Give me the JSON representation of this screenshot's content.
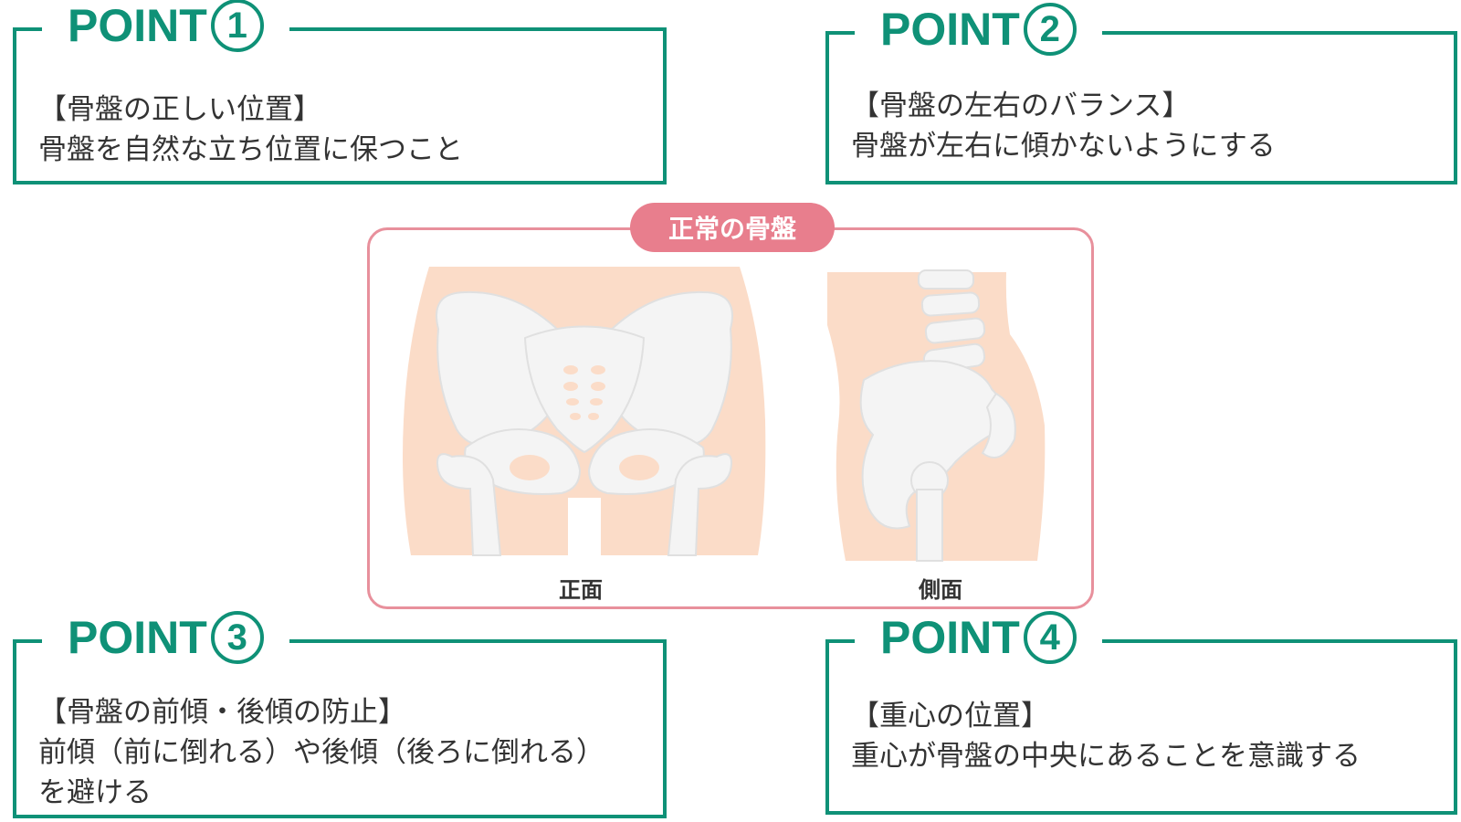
{
  "points": [
    {
      "label": "POINT",
      "number": "1",
      "heading": "【骨盤の正しい位置】",
      "lines": [
        "骨盤を自然な立ち位置に保つこと"
      ]
    },
    {
      "label": "POINT",
      "number": "2",
      "heading": "【骨盤の左右のバランス】",
      "lines": [
        "骨盤が左右に傾かないようにする"
      ]
    },
    {
      "label": "POINT",
      "number": "3",
      "heading": "【骨盤の前傾・後傾の防止】",
      "lines": [
        "前傾（前に倒れる）や後傾（後ろに倒れる）を避ける"
      ]
    },
    {
      "label": "POINT",
      "number": "4",
      "heading": "【重心の位置】",
      "lines": [
        "重心が骨盤の中央にあることを意識する"
      ]
    }
  ],
  "diagram": {
    "label": "正常の骨盤",
    "front_caption": "正面",
    "side_caption": "側面"
  },
  "colors": {
    "accent_green": "#0f9177",
    "accent_pink": "#e87e8d",
    "skin": "#fbdcc8",
    "bone": "#f4f4f4"
  }
}
